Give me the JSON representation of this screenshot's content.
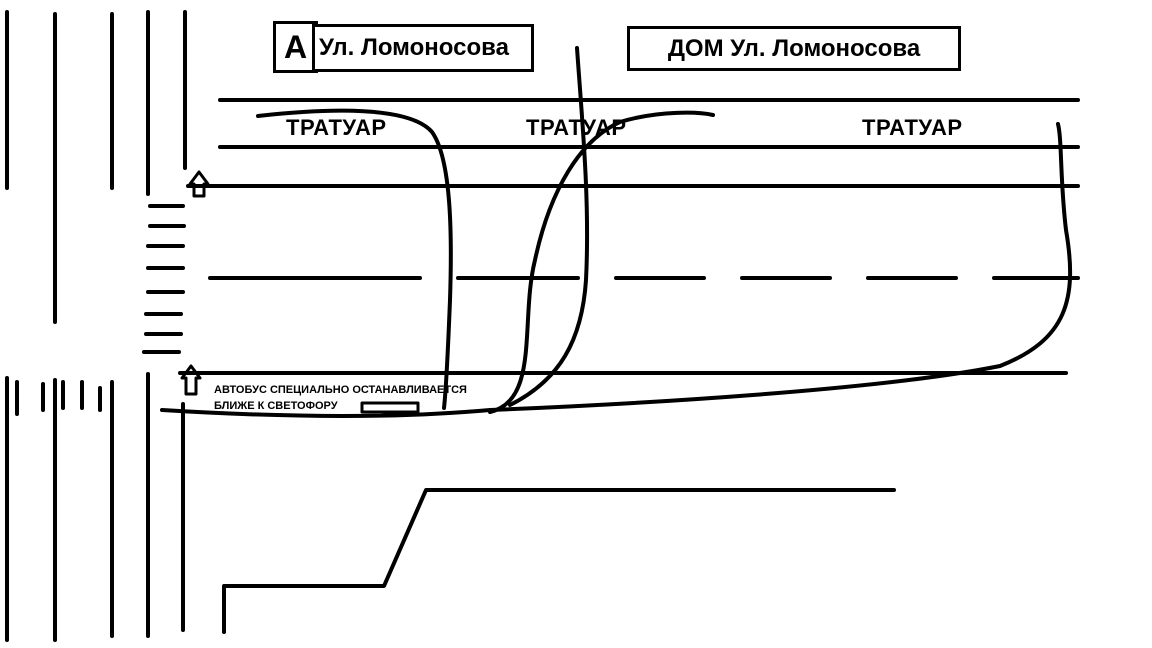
{
  "stop_marker": "А",
  "street_label": "Ул. Ломоносова",
  "house_label": "ДОМ Ул. Ломоносова",
  "sidewalk_labels": [
    "ТРАТУАР",
    "ТРАТУАР",
    "ТРАТУАР"
  ],
  "bus_note_line1": "АВТОБУС СПЕЦИАЛЬНО ОСТАНАВЛИВАЕТСЯ",
  "bus_note_line2": "БЛИЖЕ К СВЕТОФОРУ"
}
